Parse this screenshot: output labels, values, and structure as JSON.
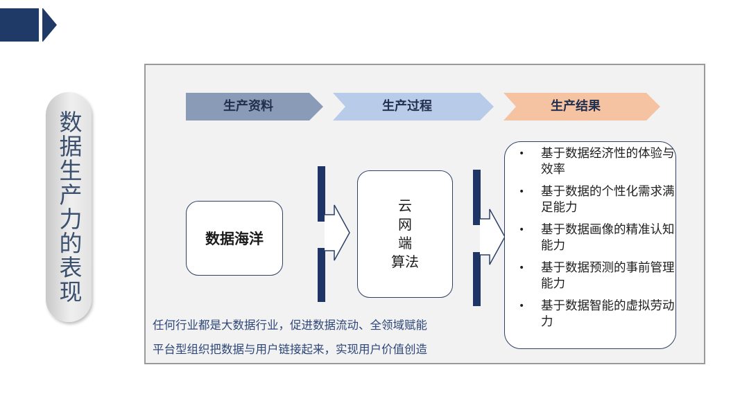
{
  "side": {
    "title": "数据生产力的表现"
  },
  "stages": [
    {
      "label": "生产资料",
      "color": "#8a9bb7"
    },
    {
      "label": "生产过程",
      "color": "#b8cbe8"
    },
    {
      "label": "生产结果",
      "color": "#f6c3a2"
    }
  ],
  "ocean": {
    "label": "数据海洋"
  },
  "process": {
    "label": "云\n网\n端\n算法"
  },
  "results": [
    "基于数据经济性的体验与效率",
    "基于数据的个性化需求满足能力",
    "基于数据画像的精准认知能力",
    "基于数据预测的事前管理能力",
    "基于数据智能的虚拟劳动力"
  ],
  "footer": {
    "line1": "任何行业都是大数据行业，促进数据流动、全领域赋能",
    "line2": "平台型组织把数据与用户链接起来，实现用户价值创造"
  }
}
